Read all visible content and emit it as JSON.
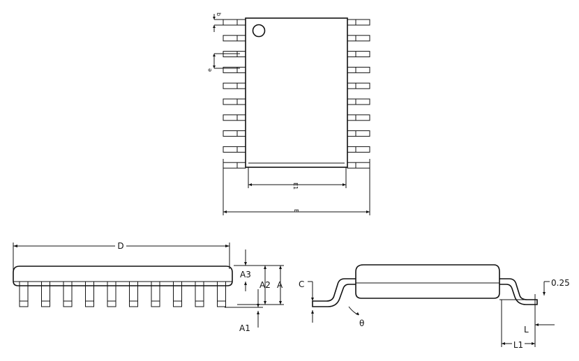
{
  "top_view": {
    "pin_pitch_label": "b",
    "pin_width_label": "e",
    "body_width_label": "E1",
    "overall_width_label": "E",
    "pins_per_side": 10
  },
  "side_view": {
    "length_label": "D",
    "a3_label": "A3",
    "a2_label": "A2",
    "a_label": "A",
    "a1_label": "A1",
    "pin_count": 10
  },
  "end_view": {
    "c_label": "C",
    "theta_label": "θ",
    "gauge_label": "0.25",
    "l_label": "L",
    "l1_label": "L1"
  }
}
